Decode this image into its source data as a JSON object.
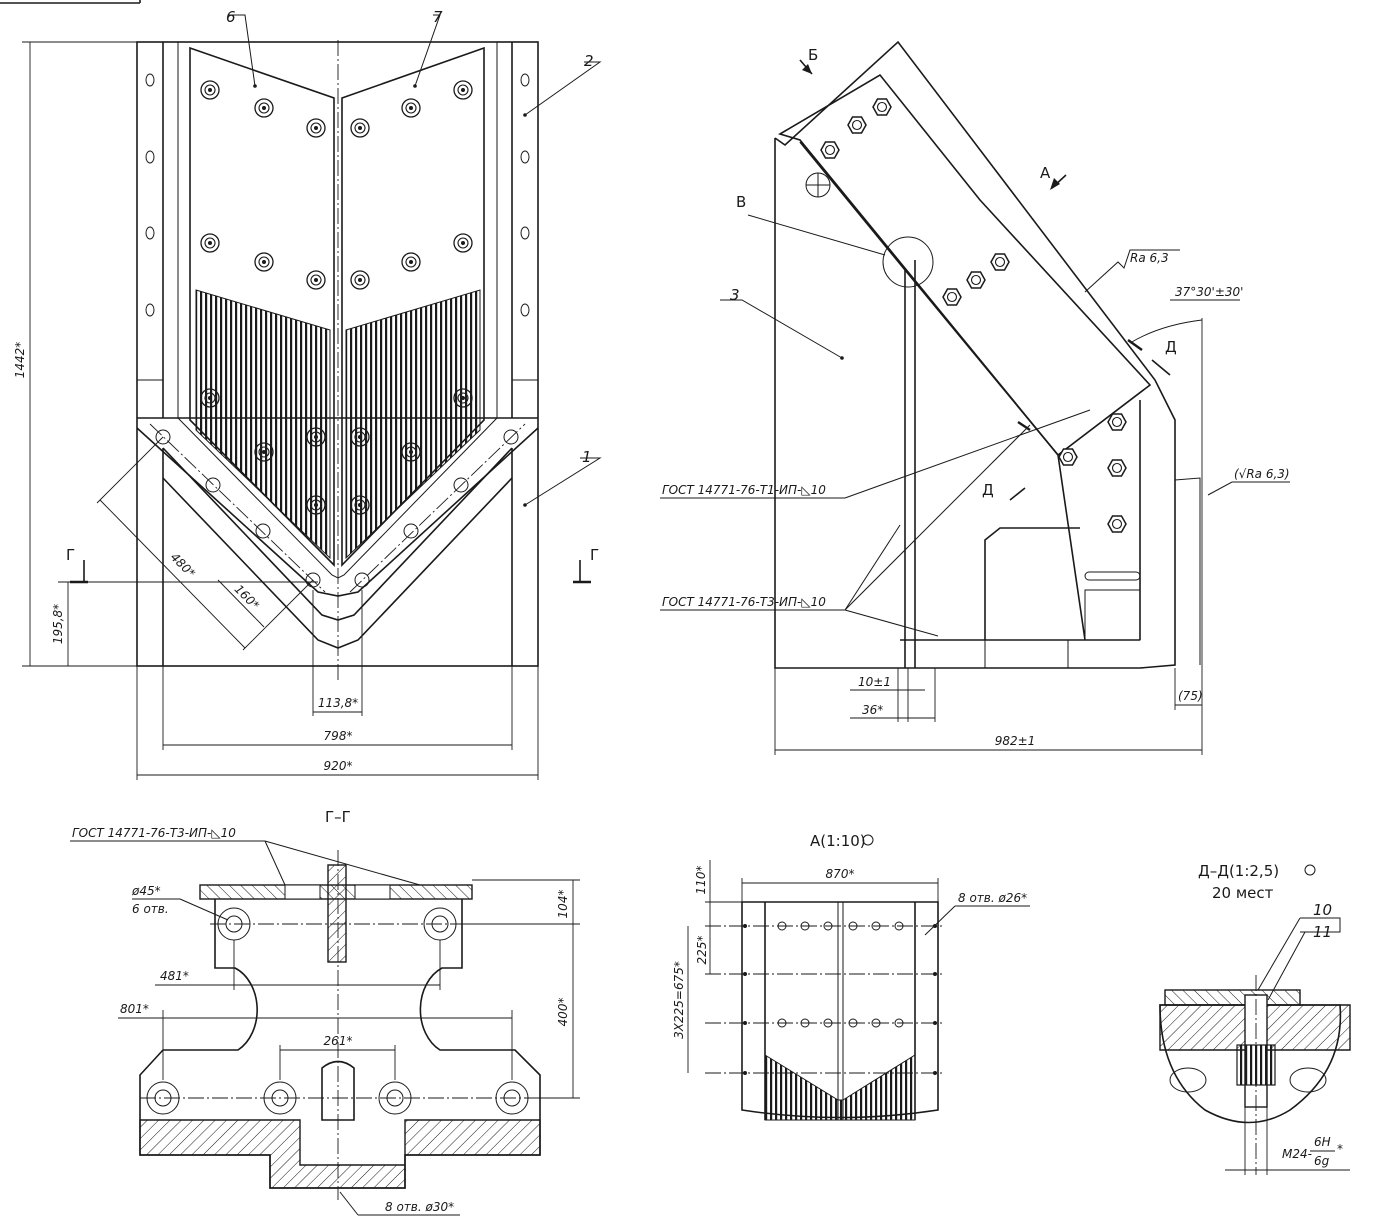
{
  "front_view": {
    "part_labels": [
      "6",
      "7",
      "2",
      "1"
    ],
    "dims": {
      "height_total": "1442*",
      "height_axis": "195,8*",
      "diag_long": "480*",
      "diag_short": "160*",
      "gap": "113,8*",
      "inner_width": "798*",
      "outer_width": "920*"
    },
    "section_mark": "Г"
  },
  "side_view": {
    "labels": {
      "view_b": "Б",
      "view_a": "А",
      "detail_v": "В",
      "part_3": "3",
      "section_d_upper": "Д",
      "section_d_lower": "Д"
    },
    "roughness_1": "Ra 6,3",
    "roughness_2": "(√Ra 6,3)",
    "angle": "37°30'±30'",
    "weld_1": "ГОСТ 14771-76-Т1-ИП-◺10",
    "weld_2": "ГОСТ 14771-76-Т3-ИП-◺10",
    "dims": {
      "d10": "10±1",
      "d36": "36*",
      "d982": "982±1",
      "d75": "(75)"
    }
  },
  "section_gg": {
    "title": "Г–Г",
    "weld": "ГОСТ 14771-76-Т3-ИП-◺10",
    "hole_label": "ø45*",
    "hole_count": "6 отв.",
    "dims": {
      "d481": "481*",
      "d801": "801*",
      "d261": "261*",
      "d104": "104*",
      "d400": "400*",
      "holes_bottom": "8 отв. ø30*"
    }
  },
  "view_a": {
    "title": "А(1:10)",
    "dims": {
      "width": "870*",
      "top": "110*",
      "pitch": "225*",
      "total": "3Х225=675*",
      "holes": "8 отв. ø26*"
    }
  },
  "section_dd": {
    "title": "Д–Д(1:2,5)",
    "count": "20 мест",
    "parts": [
      "10",
      "11"
    ],
    "thread": "М24-",
    "thread_fit_top": "6Н",
    "thread_fit_bottom": "6g",
    "thread_star": "*"
  }
}
